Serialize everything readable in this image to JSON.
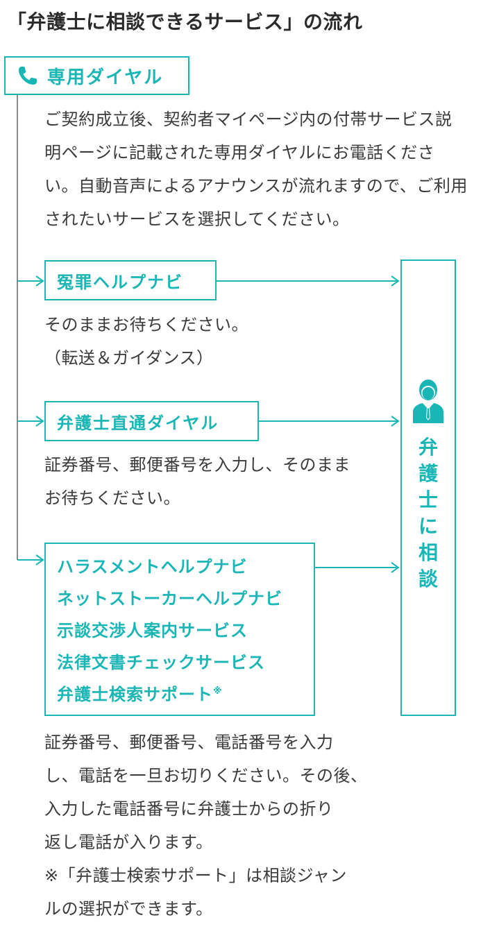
{
  "title": "「弁護士に相談できるサービス」の流れ",
  "dial": {
    "label": "専用ダイヤル",
    "description_lines": [
      "ご契約成立後、契約者マイページ内の付帯サービス説",
      "明ページに記載された専用ダイヤルにお電話くださ",
      "い。自動音声によるアナウンスが流れますので、ご利用",
      "されたいサービスを選択してください。"
    ]
  },
  "services": [
    {
      "label": "冤罪ヘルプナビ",
      "note_lines": [
        "そのままお待ちください。",
        "（転送＆ガイダンス）"
      ]
    },
    {
      "label": "弁護士直通ダイヤル",
      "note_lines": [
        "証券番号、郵便番号を入力し、そのまま",
        "お待ちください。"
      ]
    },
    {
      "labels": [
        "ハラスメントヘルプナビ",
        "ネットストーカーヘルプナビ",
        "示談交渉人案内サービス",
        "法律文書チェックサービス",
        "弁護士検索サポート"
      ],
      "footnote_mark": "※",
      "note_lines": [
        "証券番号、郵便番号、電話番号を入力",
        "し、電話を一旦お切りください。その後、",
        "入力した電話番号に弁護士からの折り",
        "返し電話が入ります。",
        "※「弁護士検索サポート」は相談ジャン",
        "ルの選択ができます。"
      ]
    }
  ],
  "destination": {
    "chars": [
      "弁",
      "護",
      "士",
      "に",
      "相",
      "談"
    ]
  },
  "colors": {
    "accent": "#1ab5b5",
    "text": "#3a3a3a",
    "line": "#8a8a8a"
  },
  "icons": {
    "dial": "phone-icon",
    "destination": "lawyer-icon"
  }
}
